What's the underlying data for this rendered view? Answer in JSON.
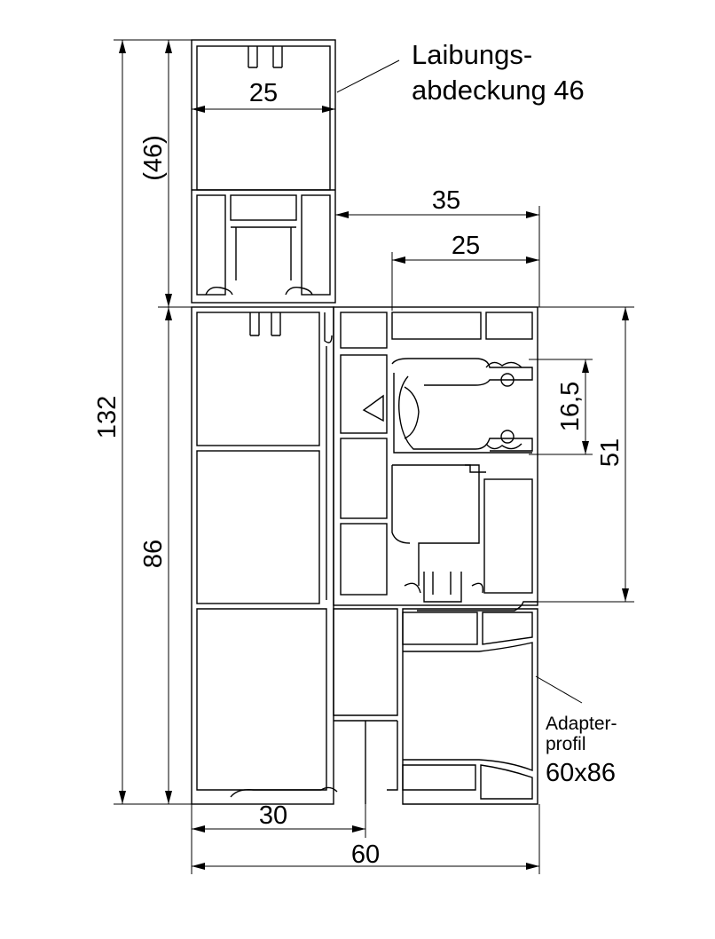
{
  "dimensions": {
    "total_height": "132",
    "upper_height": "(46)",
    "lower_height": "86",
    "top_width": "25",
    "offset_35": "35",
    "offset_25": "25",
    "groove": "16,5",
    "sash_height": "51",
    "bottom_30": "30",
    "bottom_60": "60"
  },
  "labels": {
    "laibung_line1": "Laibungs-",
    "laibung_line2": "abdeckung 46",
    "adapter_line1": "Adapter-",
    "adapter_line2": "profil",
    "adapter_line3": "60x86"
  }
}
